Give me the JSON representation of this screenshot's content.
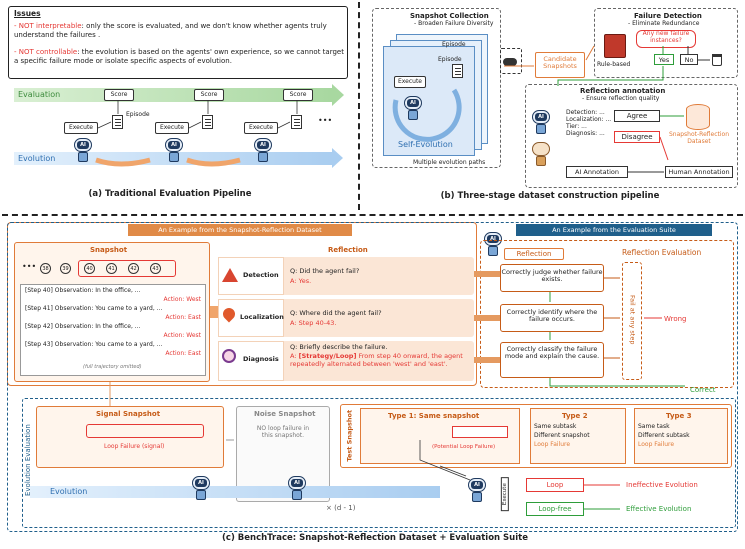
{
  "panel_a": {
    "issues_title": "Issues",
    "issue1_prefix": "- NOT interpretable",
    "issue1_text": ": only the score is evaluated, and we don't know whether agents truly understand the failures .",
    "issue2_prefix": "- NOT controllable",
    "issue2_text": ": the evolution is based on the agents' own experience, so we cannot target a specific failure mode or isolate specific aspects of evolution.",
    "evaluation_label": "Evaluation",
    "evolution_label": "Evolution",
    "score_label": "Score",
    "execute_label": "Execute",
    "episode_label": "Episode",
    "ellipsis": "•••",
    "robot_face": "AI",
    "caption": "(a) Traditional Evaluation Pipeline"
  },
  "panel_b": {
    "snapshot_collection_title": "Snapshot Collection",
    "snapshot_collection_sub": "- Broaden Failure Diversity",
    "episode_label": "Episode",
    "execute_label": "Execute",
    "self_evolution": "Self-Evolution",
    "multiple_paths": "Multiple evolution paths",
    "candidate_snapshots": "Candidate Snapshots",
    "failure_detection_title": "Failure Detection",
    "failure_detection_sub": "- Eliminate Redundance",
    "rule_based": "Rule-based",
    "question": "Any new failure instances?",
    "yes": "Yes",
    "no": "No",
    "reflection_annotation_title": "Reflection annotation",
    "reflection_annotation_sub": "- Ensure reflection quality",
    "fields": [
      "Detection: ...",
      "Localization: ...",
      "Tier: ...",
      "Diagnosis: ..."
    ],
    "agree": "Agree",
    "disagree": "Disagree",
    "dataset_label": "Snapshot-Reflection Dataset",
    "ai_annotation": "AI Annotation",
    "human_annotation": "Human Annotation",
    "caption": "(b) Three-stage dataset construction pipeline"
  },
  "panel_c": {
    "header_left": "An Example from the Snapshot-Reflection Dataset",
    "header_right": "An Example from the Evaluation Suite",
    "snapshot_title": "Snapshot",
    "step_nodes": [
      "38",
      "39",
      "40",
      "41",
      "42",
      "43"
    ],
    "steps": [
      {
        "obs": "[Step 40] Observation: In the office, ...",
        "action": "Action: West"
      },
      {
        "obs": "[Step 41] Observation: You came to a yard, ...",
        "action": "Action: East"
      },
      {
        "obs": "[Step 42] Observation: In the office, ...",
        "action": "Action: West"
      },
      {
        "obs": "[Step 43] Observation: You came to a yard, ...",
        "action": "Action: East"
      }
    ],
    "trajectory_omitted": "(full trajectory omitted)",
    "reflection_title": "Reflection",
    "detection_label": "Detection",
    "detection_q": "Q: Did the agent fail?",
    "detection_a": "A: Yes.",
    "localization_label": "Localization",
    "localization_q": "Q: Where did the agent fail?",
    "localization_a": "A: Step 40-43.",
    "diagnosis_label": "Diagnosis",
    "diagnosis_q": "Q: Briefly describe the failure.",
    "diagnosis_a1": "A: ",
    "diagnosis_a_bold": "[Strategy/Loop]",
    "diagnosis_a2": " From step 40 onward, the agent repeatedly alternated between 'west' and 'east'.",
    "reflection_pill": "Reflection",
    "reflection_evaluation": "Reflection Evaluation",
    "judge1": "Correctly judge whether failure exists.",
    "judge2": "Correctly identify where the failure occurs.",
    "judge3": "Correctly classify the failure mode and explain the cause.",
    "fail_at_any": "Fail at any step",
    "wrong": "Wrong",
    "correct": "Correct",
    "evolution_evaluation": "Evolution Evaluation",
    "signal_snapshot": "Signal Snapshot",
    "loop_failure_signal": "Loop Failure (signal)",
    "noise_snapshot": "Noise Snapshot",
    "noise_text": "NO loop failure in this snapshot.",
    "times": "× (d - 1)",
    "evolution_label": "Evolution",
    "test_snapshot": "Test Snapshot",
    "type1": "Type 1: Same snapshot",
    "potential_loop": "(Potential Loop Failure)",
    "type2": "Type 2",
    "type2_lines": [
      "Same subtask",
      "Different snapshot"
    ],
    "type2_fail": "Loop Failure",
    "type3": "Type 3",
    "type3_lines": [
      "Same task",
      "Different subtask"
    ],
    "type3_fail": "Loop Failure",
    "execute_label": "Execute",
    "loop": "Loop",
    "loop_free": "Loop-free",
    "ineffective": "Ineffective Evolution",
    "effective": "Effective Evolution",
    "caption": "(c) BenchTrace: Snapshot-Reflection Dataset + Evaluation Suite"
  },
  "colors": {
    "red": "#e53935",
    "orange": "#e07b39",
    "green": "#2e9d3a",
    "blue_dark": "#1f5f8b",
    "eval_green": "#a8d8a0",
    "evol_blue": "#a9cdf0"
  }
}
